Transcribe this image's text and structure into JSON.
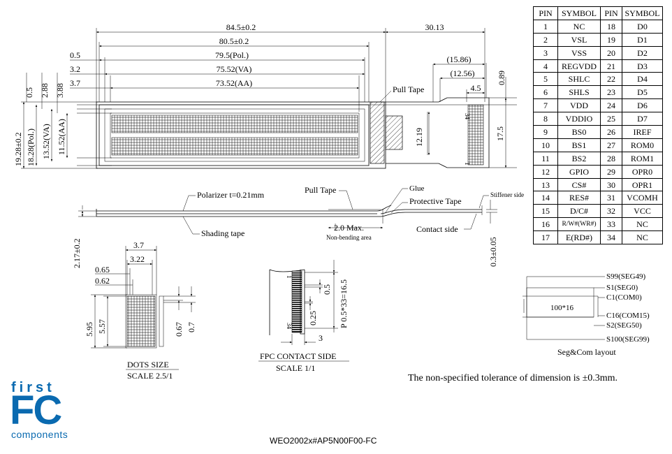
{
  "dims": {
    "w845": "84.5±0.2",
    "w805": "80.5±0.2",
    "w795": "79.5(Pol.)",
    "w7552": "75.52(VA)",
    "w7352": "73.52(AA)",
    "w3013": "30.13",
    "w1586": "(15.86)",
    "w1256": "(12.56)",
    "w45": "4.5",
    "h089": "0.89",
    "d05": "0.5",
    "d32": "3.2",
    "d37": "3.7",
    "v05": "0.5",
    "v288": "2.88",
    "v388": "3.88",
    "h1928": "19.28±0.2",
    "h1828": "18.28(Pol.)",
    "h1352": "13.52(VA)",
    "h1152": "11.52(AA)",
    "h1219": "12.19",
    "h175": "17.5",
    "h217": "2.17±0.2",
    "h03": "0.3±0.05",
    "w20": "2.0 Max.",
    "dot37": "3.7",
    "dot322": "3.22",
    "dot065": "0.65",
    "dot062": "0.62",
    "dot595": "5.95",
    "dot557": "5.57",
    "dot067": "0.67",
    "dot07": "0.7",
    "fpc05": "0.5",
    "fpc025": "0.25",
    "fpcP": "P 0.5*33=16.5",
    "fpc3": "3",
    "fpc1": "1",
    "fpc34": "34",
    "fpc34b": "34",
    "fpc1b": "1"
  },
  "labels": {
    "pull_tape": "Pull Tape",
    "pull_tape2": "Pull Tape",
    "glue": "Glue",
    "protective_tape": "Protective Tape",
    "stiffener_side": "Stiffener side",
    "polarizer": "Polarizer t=0.21mm",
    "shading_tape": "Shading tape",
    "contact_side": "Contact side",
    "non_bending": "Non-bending area"
  },
  "dots_size": {
    "title": "DOTS SIZE",
    "scale": "SCALE 2.5/1"
  },
  "fpc_side": {
    "title": "FPC CONTACT SIDE",
    "scale": "SCALE 1/1"
  },
  "segcom": {
    "s99": "S99(SEG49)",
    "s1": "S1(SEG0)",
    "c1": "C1(COM0)",
    "c16": "C16(COM15)",
    "s2": "S2(SEG50)",
    "s100": "S100(SEG99)",
    "center": "100*16",
    "caption": "Seg&Com layout"
  },
  "pin_table": {
    "headers": [
      "PIN",
      "SYMBOL",
      "PIN",
      "SYMBOL"
    ],
    "rows": [
      [
        "1",
        "NC",
        "18",
        "D0"
      ],
      [
        "2",
        "VSL",
        "19",
        "D1"
      ],
      [
        "3",
        "VSS",
        "20",
        "D2"
      ],
      [
        "4",
        "REGVDD",
        "21",
        "D3"
      ],
      [
        "5",
        "SHLC",
        "22",
        "D4"
      ],
      [
        "6",
        "SHLS",
        "23",
        "D5"
      ],
      [
        "7",
        "VDD",
        "24",
        "D6"
      ],
      [
        "8",
        "VDDIO",
        "25",
        "D7"
      ],
      [
        "9",
        "BS0",
        "26",
        "IREF"
      ],
      [
        "10",
        "BS1",
        "27",
        "ROM0"
      ],
      [
        "11",
        "BS2",
        "28",
        "ROM1"
      ],
      [
        "12",
        "GPIO",
        "29",
        "OPR0"
      ],
      [
        "13",
        "CS#",
        "30",
        "OPR1"
      ],
      [
        "14",
        "RES#",
        "31",
        "VCOMH"
      ],
      [
        "15",
        "D/C#",
        "32",
        "VCC"
      ],
      [
        "16",
        "R/W#(WR#)",
        "33",
        "NC"
      ],
      [
        "17",
        "E(RD#)",
        "34",
        "NC"
      ]
    ]
  },
  "tolerance": "The non-specified tolerance of dimension is ±0.3mm.",
  "logo": {
    "first": "first",
    "fc": "FC",
    "components": "components"
  },
  "model": "WEO2002x#AP5N00F00-FC",
  "colors": {
    "logo": "#0a6ab0"
  }
}
